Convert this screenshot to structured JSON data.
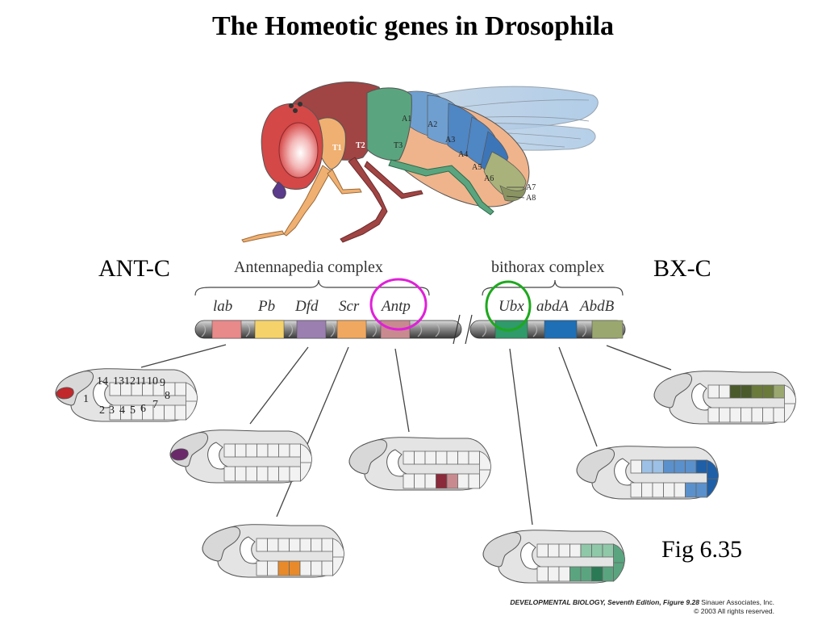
{
  "title": "The Homeotic genes in Drosophila",
  "ant_c_label": "ANT-C",
  "bx_c_label": "BX-C",
  "fig_label": "Fig 6.35",
  "credit": {
    "book": "DEVELOPMENTAL BIOLOGY, Seventh Edition, Figure 9.28",
    "publisher": " Sinauer Associates, Inc.",
    "copyright": "© 2003 All rights reserved."
  },
  "complexes": {
    "antennapedia": "Antennapedia complex",
    "bithorax": "bithorax complex"
  },
  "genes": [
    {
      "name": "lab",
      "color": "#e8898a"
    },
    {
      "name": "Pb",
      "color": "#f5d36a"
    },
    {
      "name": "Dfd",
      "color": "#9b7fb0"
    },
    {
      "name": "Scr",
      "color": "#f0a860"
    },
    {
      "name": "Antp",
      "color": "#c98a8f"
    },
    {
      "name": "Ubx",
      "color": "#2f9a6a"
    },
    {
      "name": "abdA",
      "color": "#1e6fb5"
    },
    {
      "name": "AbdB",
      "color": "#9aa870"
    }
  ],
  "fly_segments": {
    "thorax": [
      "T1",
      "T2",
      "T3"
    ],
    "abdomen": [
      "A1",
      "A2",
      "A3",
      "A4",
      "A5",
      "A6",
      "A7",
      "A8"
    ]
  },
  "embryo_numbers": {
    "top": [
      "14",
      "13",
      "12",
      "11",
      "10",
      "9"
    ],
    "bottom": [
      "2",
      "3",
      "4",
      "5",
      "6",
      "7"
    ],
    "end": "8",
    "head": "1"
  },
  "highlight_colors": {
    "antp_circle": "#e020d8",
    "ubx_circle": "#1ea81e"
  }
}
